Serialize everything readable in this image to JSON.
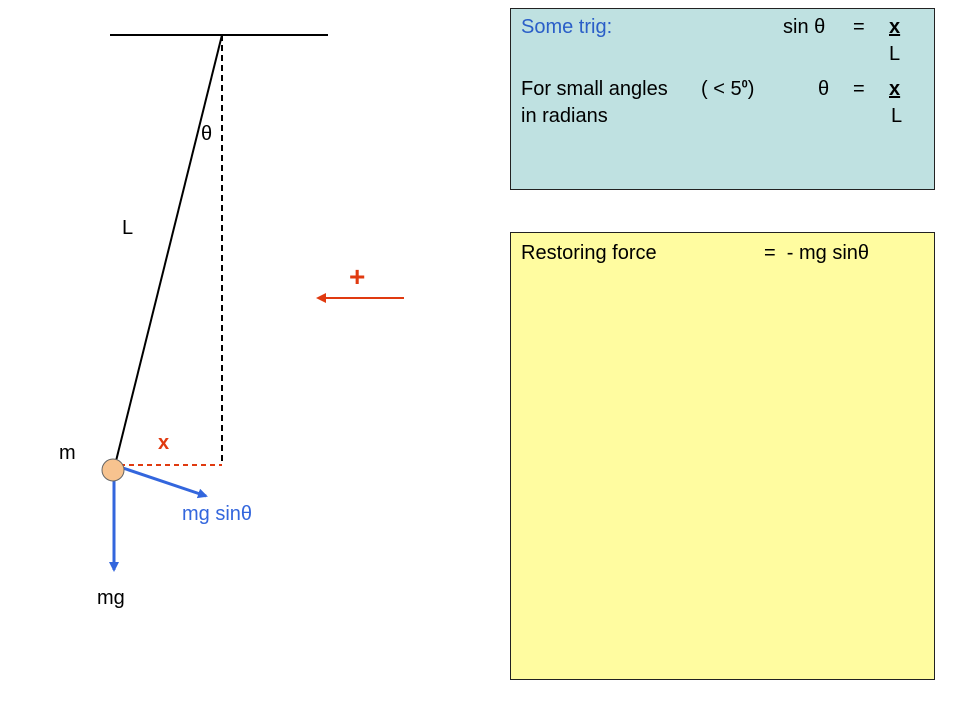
{
  "labels": {
    "theta": "θ",
    "length": "L",
    "mass": "m",
    "displacement": "x",
    "tangential_force": "mg sinθ",
    "weight": "mg",
    "positive_direction": "+"
  },
  "trig_box": {
    "title": "Some trig:",
    "row1_lhs": "sin θ",
    "row1_eq": "=",
    "row1_num": "x",
    "row1_den": "L",
    "row2_text": "For small angles",
    "row2_cond_open": "( < 5",
    "row2_cond_sup": "0",
    "row2_cond_close": ")",
    "row2_lhs": "θ",
    "row2_eq": "=",
    "row2_num": "x",
    "row2_sub": "in radians",
    "row2_den": "L"
  },
  "restore_box": {
    "label": "Restoring force",
    "equation": "=  - mg sinθ"
  },
  "colors": {
    "trig_bg": "#bfe1e1",
    "restore_bg": "#fffca0",
    "force_arrows": "#3366dd",
    "displacement": "#e03a10",
    "bob": "#f7c38f"
  }
}
